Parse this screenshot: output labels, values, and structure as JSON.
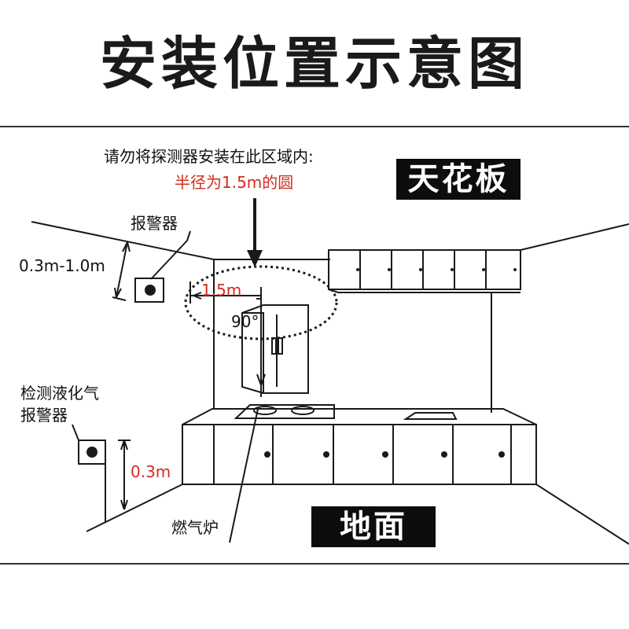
{
  "title": "安装位置示意图",
  "notice": {
    "line1": "请勿将探测器安装在此区域内:",
    "line2": "半径为1.5m的圆"
  },
  "labels": {
    "ceiling": "天花板",
    "floor": "地面",
    "alarm_top": "报警器",
    "height_top": "0.3m-1.0m",
    "radius": "1.5m",
    "angle": "90°",
    "lpg_alarm_line1": "检测液化气",
    "lpg_alarm_line2": "报警器",
    "height_bottom": "0.3m",
    "stove": "燃气炉"
  },
  "colors": {
    "accent": "#d42a1e",
    "line": "#1a1a1a",
    "tag_bg": "#0d0d0d"
  }
}
